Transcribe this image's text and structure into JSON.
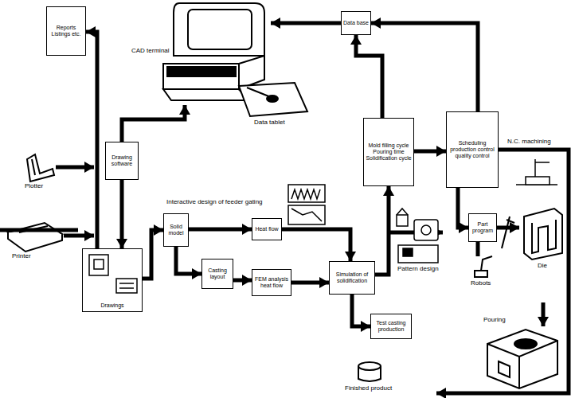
{
  "diagram": {
    "nodes": [
      {
        "text": [
          "Reports Listings etc."
        ]
      },
      {
        "text": [
          "Drawing software"
        ]
      },
      {
        "text": [
          "Data base"
        ]
      },
      {
        "text": [
          "Drawings"
        ]
      },
      {
        "text": [
          "Solid model"
        ]
      },
      {
        "text": [
          "Heat flow"
        ]
      },
      {
        "text": [
          "Casting layout"
        ]
      },
      {
        "text": [
          "FEM analysis heat flow"
        ]
      },
      {
        "text": [
          "Simulation of solidification"
        ]
      },
      {
        "text": [
          "Mold filling cycle Pouring time Solidification cycle"
        ]
      },
      {
        "text": [
          "Scheduling production control quality control"
        ]
      },
      {
        "text": [
          "Test casting production"
        ]
      },
      {
        "text": [
          "Part program"
        ]
      }
    ],
    "edges": [
      {
        "from": 3,
        "to": 0,
        "arrow": "to"
      },
      {
        "from": 1,
        "to": 3,
        "arrow": "to"
      },
      {
        "from": 3,
        "to": 4,
        "arrow": "to"
      },
      {
        "from": 4,
        "to": 5,
        "arrow": "to"
      },
      {
        "from": 4,
        "to": 6,
        "arrow": "to"
      },
      {
        "from": 6,
        "to": 7,
        "arrow": "to"
      },
      {
        "from": 5,
        "to": 8,
        "arrow": "to"
      },
      {
        "from": 7,
        "to": 8,
        "arrow": "to"
      },
      {
        "from": 8,
        "to": 9,
        "arrow": "to"
      },
      {
        "from": 9,
        "to": 10,
        "arrow": "to"
      },
      {
        "from": 9,
        "to": 2,
        "arrow": "to"
      },
      {
        "from": 10,
        "to": 2,
        "arrow": "to"
      },
      {
        "from": 8,
        "to": 11,
        "arrow": "to"
      },
      {
        "from": 10,
        "to": 12,
        "arrow": "to"
      }
    ],
    "labels": [
      "CAD terminal",
      "Data tablet",
      "Plotter",
      "Printer",
      "Interactive design of feeder gating",
      "Pattern design",
      "N.C. machining",
      "Die",
      "Robots",
      "Pouring",
      "Finished product"
    ]
  }
}
